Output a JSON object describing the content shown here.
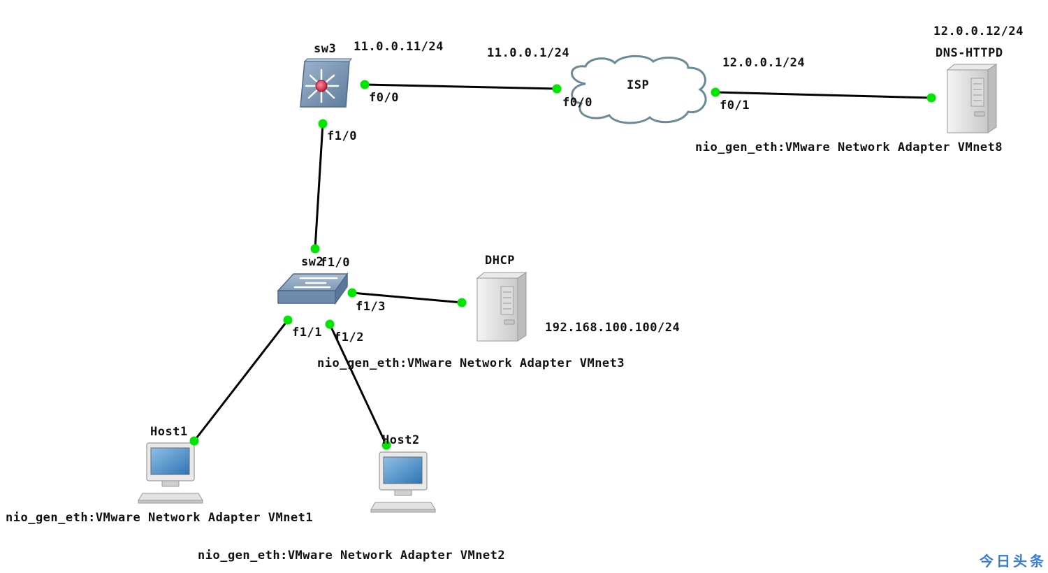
{
  "nodes": {
    "sw3": {
      "name": "sw3",
      "ip": "11.0.0.11/24"
    },
    "isp": {
      "name": "ISP",
      "ip_left": "11.0.0.1/24",
      "ip_right": "12.0.0.1/24"
    },
    "dns": {
      "name": "DNS-HTTPD",
      "ip": "12.0.0.12/24",
      "adapter": "nio_gen_eth:VMware Network Adapter VMnet8"
    },
    "sw2": {
      "name": "sw2"
    },
    "dhcp": {
      "name": "DHCP",
      "ip": "192.168.100.100/24",
      "adapter": "nio_gen_eth:VMware Network Adapter VMnet3"
    },
    "host1": {
      "name": "Host1",
      "adapter": "nio_gen_eth:VMware Network Adapter VMnet1"
    },
    "host2": {
      "name": "Host2",
      "adapter": "nio_gen_eth:VMware Network Adapter VMnet2"
    }
  },
  "ports": {
    "sw3_f00": "f0/0",
    "sw3_f10": "f1/0",
    "isp_f00": "f0/0",
    "isp_f01": "f0/1",
    "sw2_f10": "f1/0",
    "sw2_f11": "f1/1",
    "sw2_f12": "f1/2",
    "sw2_f13": "f1/3"
  },
  "colors": {
    "link": "#000000",
    "port_dot": "#00e600",
    "device_blue": "#6f8bab",
    "cloud_stroke": "#5a7a8a",
    "router_core": "#e0405a"
  },
  "watermark": "今日头条"
}
